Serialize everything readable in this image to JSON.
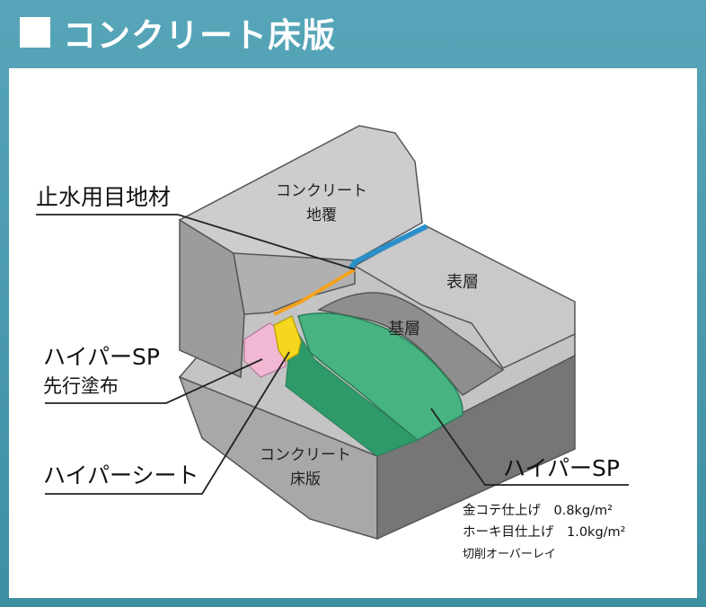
{
  "title": "コンクリート床版",
  "labels": {
    "concrete_cover_1": "コンクリート",
    "concrete_cover_2": "地覆",
    "surface": "表層",
    "base": "基層",
    "slab_1": "コンクリート",
    "slab_2": "床版",
    "joint": "止水用目地材",
    "hyper_sp_pre_1": "ハイパーSP",
    "hyper_sp_pre_2": "先行塗布",
    "hyper_sheet": "ハイパーシート",
    "hyper_sp": "ハイパーSP",
    "spec_1": "金コテ仕上げ　0.8kg/m²",
    "spec_2": "ホーキ目仕上げ　1.0kg/m²",
    "spec_3": "切削オーバーレイ"
  },
  "colors": {
    "frame": "#4a9bae",
    "concrete_top": "#c8c8c8",
    "concrete_front": "#7a7a7a",
    "concrete_side": "#a0a0a0",
    "green_layer": "#3fae7c",
    "pink_layer": "#f0b4d0",
    "yellow_sheet": "#f2d21c",
    "blue_joint": "#3aa6dc"
  }
}
